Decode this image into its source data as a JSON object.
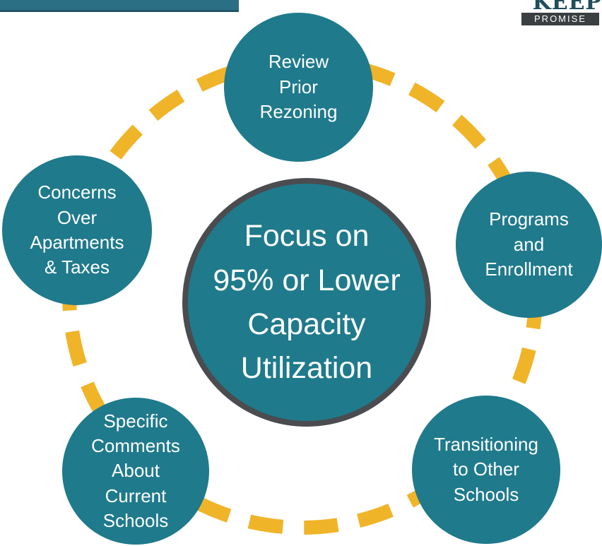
{
  "logo": {
    "word": "KEEP",
    "subtitle": "PROMISE"
  },
  "diagram": {
    "center": "Focus on\n95% or Lower\nCapacity\nUtilization",
    "nodes": {
      "top": "Review\nPrior\nRezoning",
      "right": "Programs\nand\nEnrollment",
      "bottom_right": "Transitioning\nto Other\nSchools",
      "bottom_left": "Specific\nComments\nAbout\nCurrent\nSchools",
      "left": "Concerns\nOver\nApartments\n& Taxes"
    }
  },
  "colors": {
    "node_fill": "#1f7a8c",
    "center_border": "#4a4c4f",
    "dashed_ring": "#f0b429",
    "text": "#ffffff"
  }
}
